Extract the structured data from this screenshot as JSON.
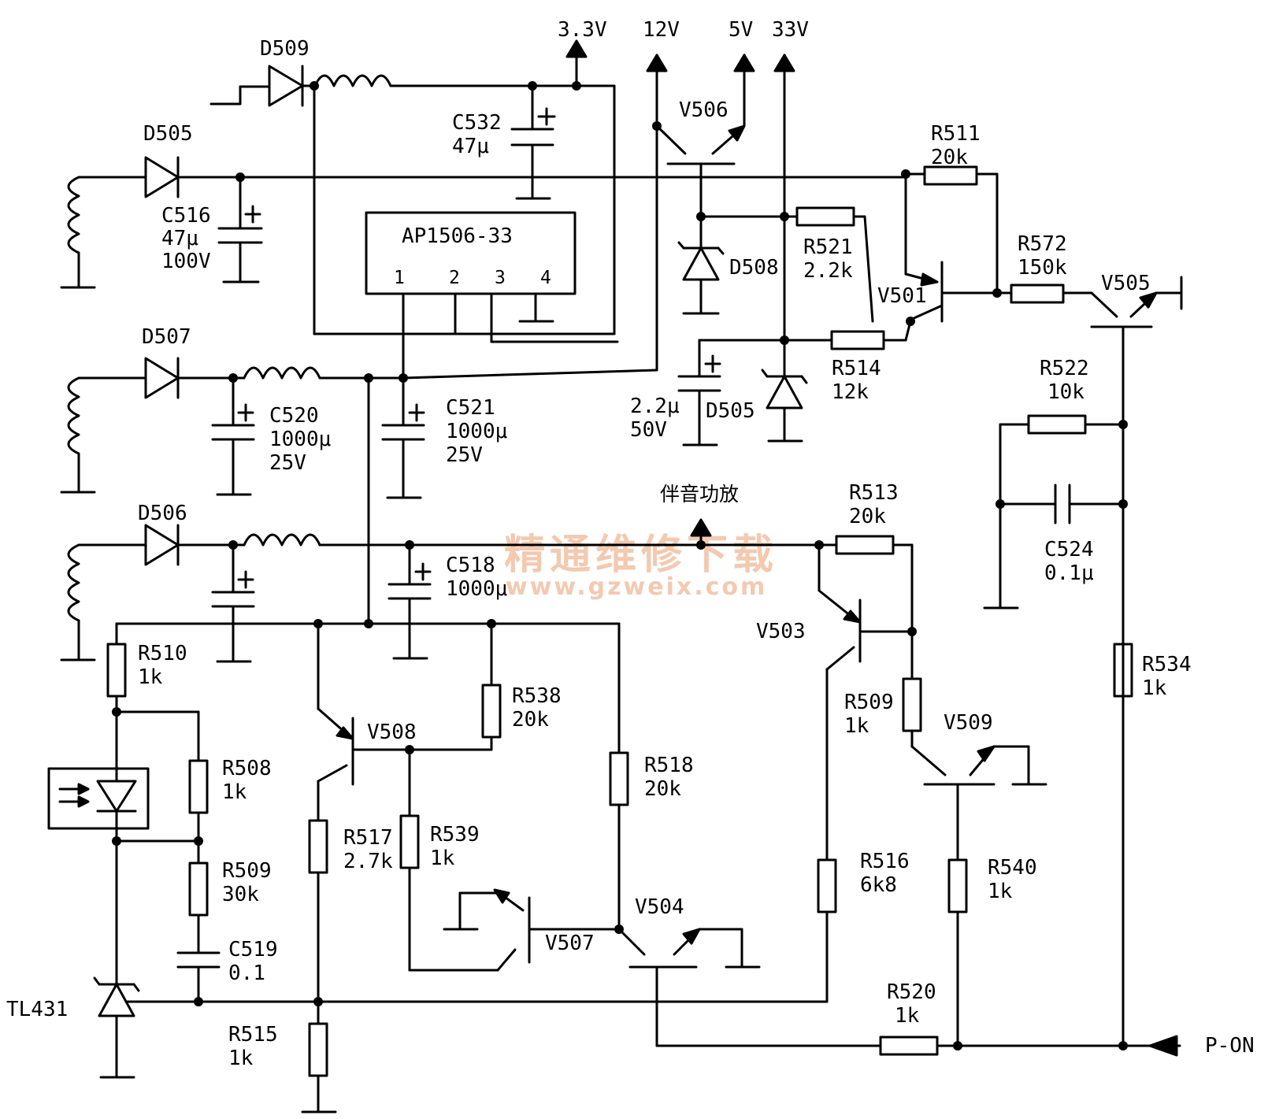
{
  "rails": {
    "v3_3": "3.3V",
    "v12": "12V",
    "v5": "5V",
    "v33": "33V"
  },
  "ic": {
    "name": "AP1506-33",
    "pins": [
      "1",
      "2",
      "3",
      "4"
    ]
  },
  "audio_amp": "伴音功放",
  "p_on": "P-ON",
  "components": {
    "D509": {
      "ref": "D509"
    },
    "D505a": {
      "ref": "D505"
    },
    "D507": {
      "ref": "D507"
    },
    "D506": {
      "ref": "D506"
    },
    "C532": {
      "ref": "C532",
      "value": "47μ"
    },
    "C516": {
      "ref": "C516",
      "value": "47μ",
      "voltage": "100V"
    },
    "C520": {
      "ref": "C520",
      "value": "1000μ",
      "voltage": "25V"
    },
    "C521": {
      "ref": "C521",
      "value": "1000μ",
      "voltage": "25V"
    },
    "C518": {
      "ref": "C518",
      "value": "1000μ"
    },
    "V506": {
      "ref": "V506"
    },
    "D508": {
      "ref": "D508"
    },
    "R521": {
      "ref": "R521",
      "value": "2.2k"
    },
    "R511": {
      "ref": "R511",
      "value": "20k"
    },
    "V501": {
      "ref": "V501"
    },
    "R572": {
      "ref": "R572",
      "value": "150k"
    },
    "V505": {
      "ref": "V505"
    },
    "R514": {
      "ref": "R514",
      "value": "12k"
    },
    "C_2u2": {
      "value": "2.2μ",
      "voltage": "50V"
    },
    "D505b": {
      "ref": "D505"
    },
    "R522": {
      "ref": "R522",
      "value": "10k"
    },
    "C524": {
      "ref": "C524",
      "value": "0.1μ"
    },
    "R513": {
      "ref": "R513",
      "value": "20k"
    },
    "V503": {
      "ref": "V503"
    },
    "R509a": {
      "ref": "R509",
      "value": "1k"
    },
    "V509": {
      "ref": "V509"
    },
    "R534": {
      "ref": "R534",
      "value": "1k"
    },
    "R510": {
      "ref": "R510",
      "value": "1k"
    },
    "R508": {
      "ref": "R508",
      "value": "1k"
    },
    "R509b": {
      "ref": "R509",
      "value": "30k"
    },
    "C519": {
      "ref": "C519",
      "value": "0.1"
    },
    "TL431": {
      "ref": "TL431"
    },
    "R515": {
      "ref": "R515",
      "value": "1k"
    },
    "V508": {
      "ref": "V508"
    },
    "R538": {
      "ref": "R538",
      "value": "20k"
    },
    "R517": {
      "ref": "R517",
      "value": "2.7k"
    },
    "R539": {
      "ref": "R539",
      "value": "1k"
    },
    "R518": {
      "ref": "R518",
      "value": "20k"
    },
    "V507": {
      "ref": "V507"
    },
    "V504": {
      "ref": "V504"
    },
    "R516": {
      "ref": "R516",
      "value": "6k8"
    },
    "R540": {
      "ref": "R540",
      "value": "1k"
    },
    "R520": {
      "ref": "R520",
      "value": "1k"
    }
  },
  "watermark": {
    "cn": "精通维修下载",
    "url": "www.gzweix.com"
  }
}
